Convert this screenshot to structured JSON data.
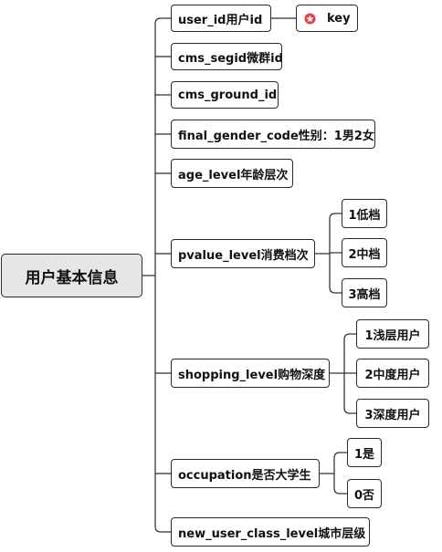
{
  "root": {
    "label": "用户基本信息"
  },
  "branches": [
    {
      "label": "user_id用户id",
      "tag": {
        "icon": "star-badge-icon",
        "label": "key"
      }
    },
    {
      "label": "cms_segid微群id"
    },
    {
      "label": "cms_ground_id"
    },
    {
      "label": "final_gender_code性别：1男2女"
    },
    {
      "label": "age_level年龄层次"
    },
    {
      "label": "pvalue_level消费档次",
      "children": [
        "1低档",
        "2中档",
        "3高档"
      ]
    },
    {
      "label": "shopping_level购物深度",
      "children": [
        "1浅层用户",
        "2中度用户",
        "3深度用户"
      ]
    },
    {
      "label": "occupation是否大学生",
      "children": [
        "1是",
        "0否"
      ]
    },
    {
      "label": "new_user_class_level城市层级"
    }
  ],
  "colors": {
    "line": "#2a2a2a",
    "root_fill": "#e6e6e6",
    "node_fill": "#ffffff",
    "key_icon": "#d9464b"
  }
}
